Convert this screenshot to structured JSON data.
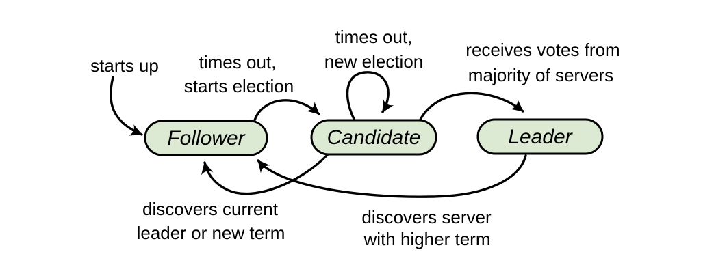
{
  "colors": {
    "background": "#ffffff",
    "node_fill": "#dcead4",
    "node_stroke": "#000000",
    "arrow": "#000000",
    "text": "#000000"
  },
  "nodes": [
    {
      "label": "Follower"
    },
    {
      "label": "Candidate"
    },
    {
      "label": "Leader"
    }
  ],
  "edges": {
    "starts_up": {
      "label": "starts up"
    },
    "follower_to_candidate": {
      "line1": "times out,",
      "line2": "starts election"
    },
    "candidate_self": {
      "line1": "times out,",
      "line2": "new election"
    },
    "candidate_to_leader": {
      "line1": "receives votes from",
      "line2": "majority of servers"
    },
    "candidate_to_follower": {
      "line1": "discovers current",
      "line2": "leader or new term"
    },
    "leader_to_follower": {
      "line1": "discovers server",
      "line2": "with higher term"
    }
  }
}
